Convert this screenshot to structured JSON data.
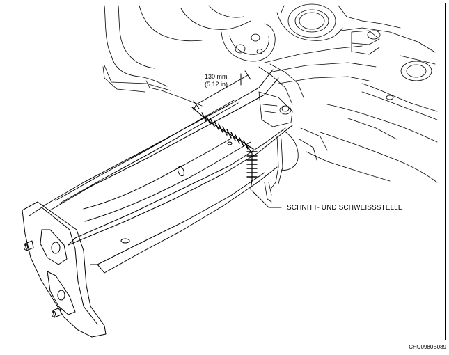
{
  "dimension": {
    "metric": "130 mm",
    "imperial": "(5.12 in)"
  },
  "callout": {
    "label": "SCHNITT- UND SCHWEISSSTELLE"
  },
  "figure_code": "CHU0980B089"
}
